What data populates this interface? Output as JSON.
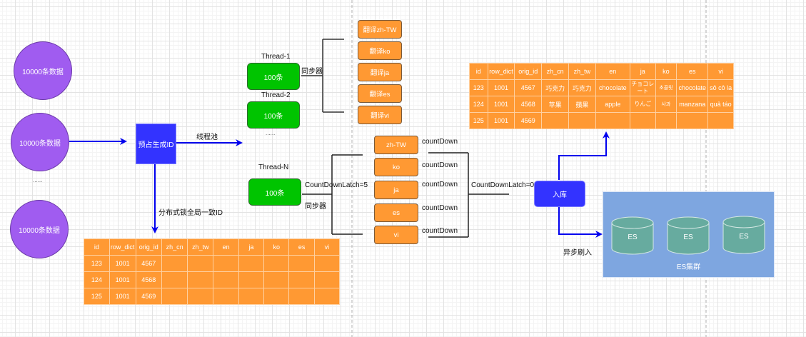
{
  "sources": {
    "items": [
      "10000条数据",
      "10000条数据",
      "10000条数据"
    ],
    "ellipsis": "......"
  },
  "preallocate": {
    "label": "预占生成ID",
    "arrow_right_label": "线程池",
    "arrow_down_label": "分布式锁全局一致ID"
  },
  "threads": {
    "thread1": {
      "title": "Thread-1",
      "label": "100条"
    },
    "thread2": {
      "title": "Thread-2",
      "label": "100条"
    },
    "ellipsis": "......",
    "threadN": {
      "title": "Thread-N",
      "label": "100条"
    },
    "sync_label_top": "同步器",
    "sync_label_bottom": "同步器",
    "latch_start": "CountDownLatch=5",
    "latch_end": "CountDownLatch=0"
  },
  "translate_tasks": [
    "翻译zh-TW",
    "翻译ko",
    "翻译ja",
    "翻译es",
    "翻译vi"
  ],
  "lang_tasks": [
    "zh-TW",
    "ko",
    "ja",
    "es",
    "vi"
  ],
  "countdown_labels": [
    "countDown",
    "countDown",
    "countDown",
    "countDown",
    "countDown"
  ],
  "store": {
    "label": "入库",
    "async_label": "异步刷入"
  },
  "es_cluster": {
    "label": "ES集群",
    "nodes": [
      "ES",
      "ES",
      "ES"
    ],
    "colors": {
      "cluster": "#7ea6e0",
      "node": "#67ab9f"
    }
  },
  "colors": {
    "source": "#a05cf0",
    "blue": "#3333ff",
    "thread": "#00c400",
    "task": "#ff9933"
  },
  "table_before": {
    "columns": [
      "id",
      "row_dict",
      "orig_id",
      "zh_cn",
      "zh_tw",
      "en",
      "ja",
      "ko",
      "es",
      "vi"
    ],
    "rows": [
      [
        "123",
        "1001",
        "4567",
        "",
        "",
        "",
        "",
        "",
        "",
        ""
      ],
      [
        "124",
        "1001",
        "4568",
        "",
        "",
        "",
        "",
        "",
        "",
        ""
      ],
      [
        "125",
        "1001",
        "4569",
        "",
        "",
        "",
        "",
        "",
        "",
        ""
      ]
    ]
  },
  "table_after": {
    "columns": [
      "id",
      "row_dict",
      "orig_id",
      "zh_cn",
      "zh_tw",
      "en",
      "ja",
      "ko",
      "es",
      "vi"
    ],
    "rows": [
      [
        "123",
        "1001",
        "4567",
        "巧克力",
        "巧克力",
        "chocolate",
        "チョコレート",
        "초콜릿",
        "chocolate",
        "sô cô la"
      ],
      [
        "124",
        "1001",
        "4568",
        "苹果",
        "蘋果",
        "apple",
        "りんご",
        "사과",
        "manzana",
        "quả táo"
      ],
      [
        "125",
        "1001",
        "4569",
        "",
        "",
        "",
        "",
        "",
        "",
        ""
      ]
    ]
  }
}
